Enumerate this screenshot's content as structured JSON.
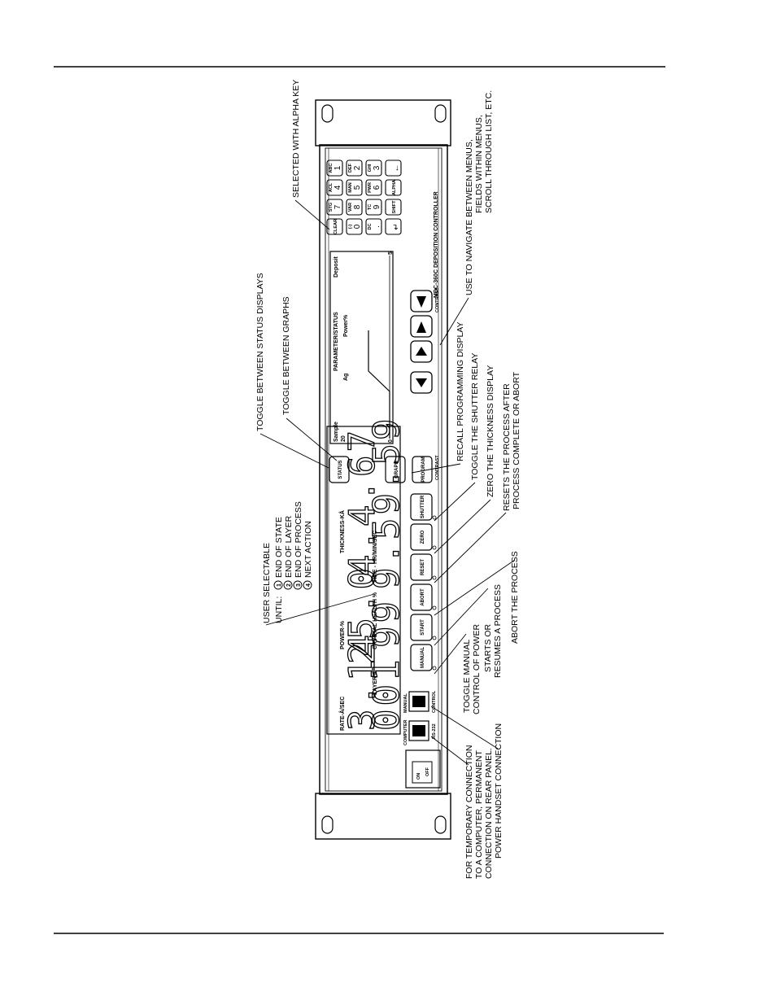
{
  "device": {
    "model": "MDC-360C DEPOSITION CONTROLLER",
    "readouts": {
      "rate_label": "RATE-Å/SEC",
      "rate_value": "3.14",
      "layer_label": "LAYER #",
      "layer_value": "001",
      "power_label": "POWER-%",
      "power_value": "25.0",
      "crystal_label": "CRYSTAL HEALTH %",
      "crystal_value": "99",
      "thickness_label": "THICKNESS-KÅ",
      "thickness_value": "4.4.67",
      "time_label": "TIME - HR/MIN/SEC",
      "time_value": "9.59.59"
    },
    "power_switch": {
      "on_label": "ON",
      "off_label": "OFF"
    },
    "ports": {
      "computer_label": "COMPUTER",
      "rs232_label": "RS-232",
      "manual_label": "MANUAL",
      "control_label": "CONTROL"
    },
    "control_buttons": [
      "MANUAL",
      "START",
      "ABORT",
      "RESET",
      "ZERO",
      "SHUTTER"
    ],
    "display_buttons": {
      "program": "PROGRAM",
      "contrast": "CONTRAST",
      "graph": "GRAPH",
      "status": "STATUS"
    },
    "lcd": {
      "title": "PARAMETER/STATUS",
      "sample_label": "Sample",
      "sample_value": "20",
      "material": "Ag",
      "power_label": "Power%",
      "state": "Deposit",
      "axis_start": "0",
      "axis_end": "5"
    },
    "arrow_contrast_label": "CONTRAST",
    "keypad": {
      "rows": [
        [
          {
            "top": "",
            "main": "CLEAR"
          },
          {
            "top": "(-)",
            "main": "0"
          },
          {
            "top": "DC",
            "main": "."
          },
          {
            "top": "",
            "main": "↵"
          }
        ],
        [
          {
            "top": "STG",
            "main": "7"
          },
          {
            "top": "VAR",
            "main": "8"
          },
          {
            "top": "TC",
            "main": "9"
          },
          {
            "top": "",
            "main": "SHIFT"
          }
        ],
        [
          {
            "top": "ACL",
            "main": "4"
          },
          {
            "top": "MAN",
            "main": "5"
          },
          {
            "top": "PWR",
            "main": "6"
          },
          {
            "top": "",
            "main": "ALPHA"
          }
        ],
        [
          {
            "top": "ABC",
            "main": "1"
          },
          {
            "top": "DEF",
            "main": "2"
          },
          {
            "top": "GHI",
            "main": "3"
          },
          {
            "top": "",
            "main": "←"
          }
        ]
      ]
    }
  },
  "annotations": {
    "selected_alpha": "SELECTED WITH ALPHA KEY",
    "toggle_status": "TOGGLE BETWEEN STATUS DISPLAYS",
    "toggle_graphs": "TOGGLE BETWEEN GRAPHS",
    "use_to_navigate": [
      "USE TO NAVIGATE BETWEEN MENUS,",
      "FIELDS WITHIN MENUS,",
      "SCROLL THROUGH LIST, ETC."
    ],
    "recall_programming": "RECALL PROGRAMMING DISPLAY",
    "toggle_shutter": "TOGGLE THE SHUTTER RELAY",
    "zero_thickness": "ZERO THE THICKNESS DISPLAY",
    "resets_process": [
      "RESETS THE PROCESS AFTER",
      "PROCESS COMPLETE OR ABORT"
    ],
    "abort_process": "ABORT THE PROCESS",
    "starts_resumes": [
      "STARTS OR",
      "RESUMES A PROCESS"
    ],
    "toggle_manual": [
      "TOGGLE MANUAL",
      "CONTROL OF POWER"
    ],
    "user_selectable": {
      "title": "USER SELECTABLE",
      "until": "UNTIL:",
      "options": [
        {
          "num": "1",
          "text": "END OF STATE"
        },
        {
          "num": "2",
          "text": "END OF LAYER"
        },
        {
          "num": "3",
          "text": "END OF PROCESS"
        },
        {
          "num": "4",
          "text": "NEXT ACTION"
        }
      ]
    },
    "temporary_connection": [
      "FOR TEMPORARY CONNECTION",
      "TO A COMPUTER, PERMANENT",
      "CONNECTION ON REAR PANEL."
    ],
    "power_handset": "POWER HANDSET CONNECTION"
  }
}
